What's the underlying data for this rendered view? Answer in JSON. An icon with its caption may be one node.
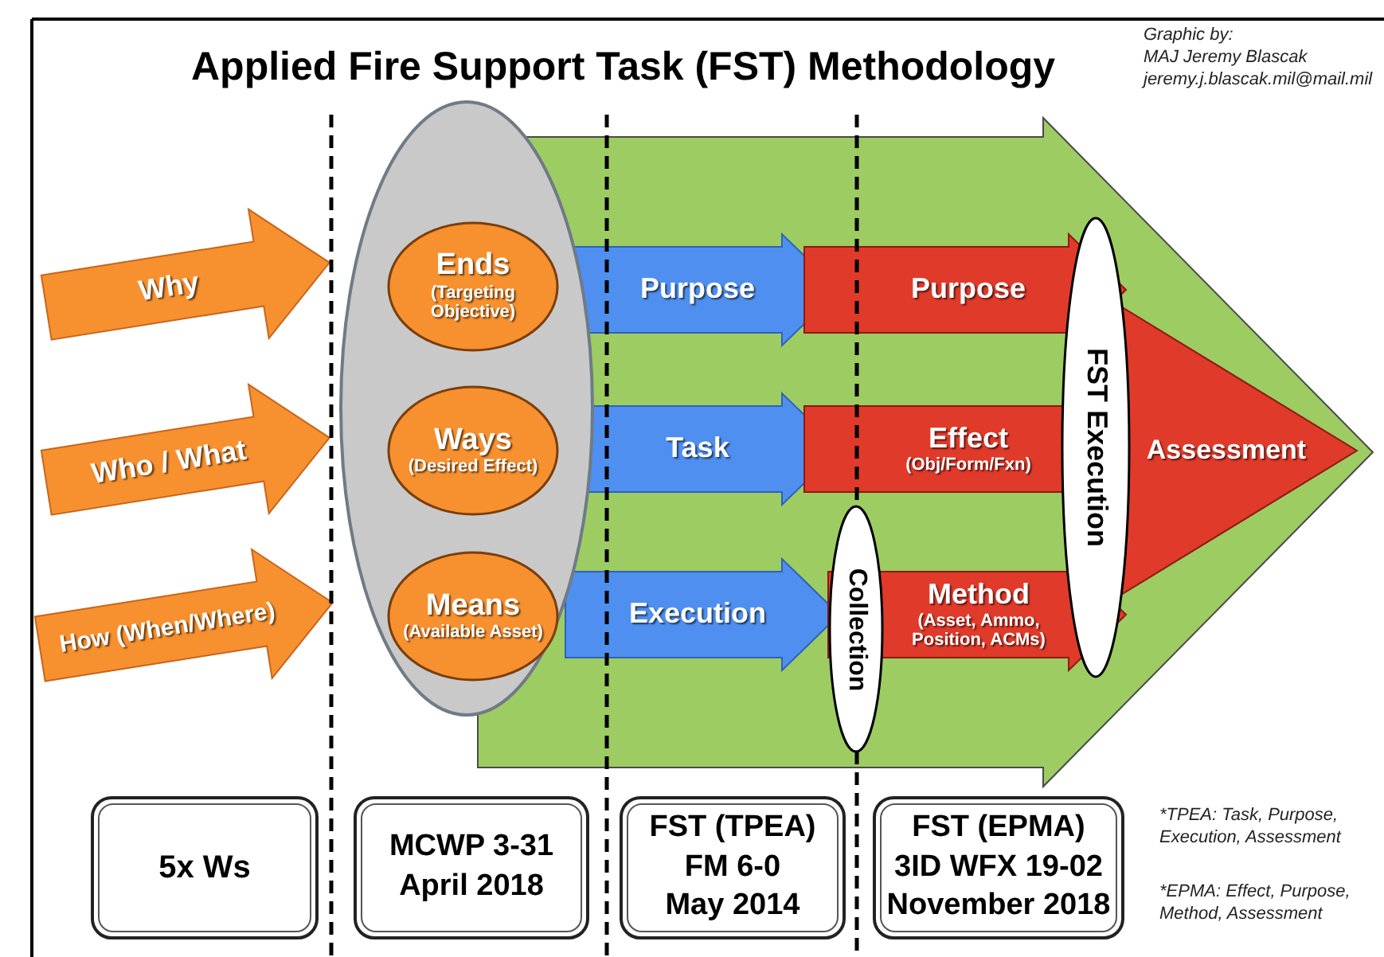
{
  "diagram": {
    "title": "Applied Fire Support Task (FST) Methodology",
    "nodes": [
      {
        "text": [
          "Why"
        ]
      },
      {
        "text": [
          "Who / What"
        ]
      },
      {
        "text": [
          "How (When/Where)"
        ]
      },
      {
        "text": [],
        "shape": "ellipse"
      },
      {
        "text": [
          "Ends",
          "(Targeting Objective)"
        ],
        "in": 3
      },
      {
        "text": [
          "Ways",
          "(Desired Effect)"
        ],
        "in": 3
      },
      {
        "text": [
          "Means",
          "(Available Asset)"
        ],
        "in": 3
      },
      {
        "text": [],
        "shape": "arrow"
      },
      {
        "text": [
          "Purpose"
        ],
        "in": 7
      },
      {
        "text": [
          "Purpose"
        ],
        "in": 7
      },
      {
        "text": [
          "FST Execution"
        ],
        "in": 7
      },
      {
        "text": [
          "Assessment"
        ],
        "in": 7
      },
      {
        "text": [
          "Task"
        ],
        "in": 7
      },
      {
        "text": [
          "Effect",
          "(Obj/Form/Fxn)"
        ],
        "in": 7
      },
      {
        "text": [
          "Execution"
        ],
        "in": 7
      },
      {
        "text": [
          "Collection"
        ],
        "in": 7
      },
      {
        "text": [
          "Method",
          "(Asset, Ammo, Position, ACMs)"
        ],
        "in": 7
      },
      {
        "text": [
          "5x Ws"
        ]
      },
      {
        "text": [
          "MCWP 3-31",
          "April 2018"
        ]
      },
      {
        "text": [
          "FST (TPEA)",
          "FM 6-0",
          "May 2014"
        ]
      },
      {
        "text": [
          "FST (EPMA)",
          "3ID WFX 19-02",
          "November 2018"
        ]
      }
    ],
    "labels": [
      "Graphic by:",
      "MAJ Jeremy Blascak",
      "jeremy.j.blascak.mil@mail.mil",
      "*TPEA: Task, Purpose, Execution, Assessment",
      "*EPMA: Effect, Purpose, Method, Assessment"
    ]
  }
}
